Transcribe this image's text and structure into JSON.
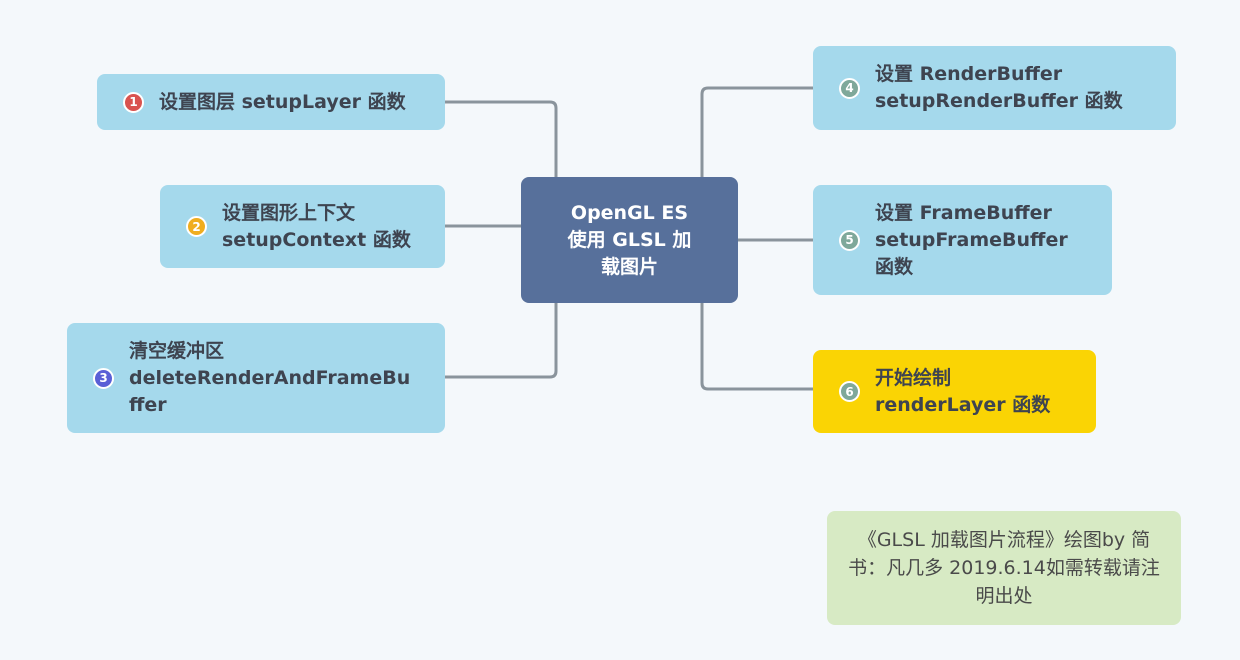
{
  "diagram": {
    "center": {
      "lines": [
        "OpenGL ES",
        "使用 GLSL 加",
        "载图片"
      ]
    },
    "nodes": [
      {
        "badge": "1",
        "badge_color": "#d9534f",
        "lines": [
          "设置图层 setupLayer 函数"
        ]
      },
      {
        "badge": "2",
        "badge_color": "#f0ad1e",
        "lines": [
          "设置图形上下文",
          "setupContext 函数"
        ]
      },
      {
        "badge": "3",
        "badge_color": "#5a5fd6",
        "lines": [
          "清空缓冲区",
          "deleteRenderAndFrameBu",
          "ffer"
        ]
      },
      {
        "badge": "4",
        "badge_color": "#7fa89a",
        "lines": [
          "设置 RenderBuffer",
          "setupRenderBuffer 函数"
        ]
      },
      {
        "badge": "5",
        "badge_color": "#7fa89a",
        "lines": [
          "设置 FrameBuffer",
          "setupFrameBuffer",
          "函数"
        ]
      },
      {
        "badge": "6",
        "badge_color": "#7fa89a",
        "lines": [
          "开始绘制",
          "renderLayer 函数"
        ]
      }
    ],
    "note": {
      "text": "《GLSL 加载图片流程》绘图by 简书：凡几多 2019.6.14如需转载请注明出处"
    },
    "colors": {
      "background": "#f4f8fb",
      "center_fill": "#57709b",
      "node_fill": "#a5d9ec",
      "highlight_fill": "#fad404",
      "note_fill": "#d7eac4",
      "connector": "#8a949c"
    }
  }
}
